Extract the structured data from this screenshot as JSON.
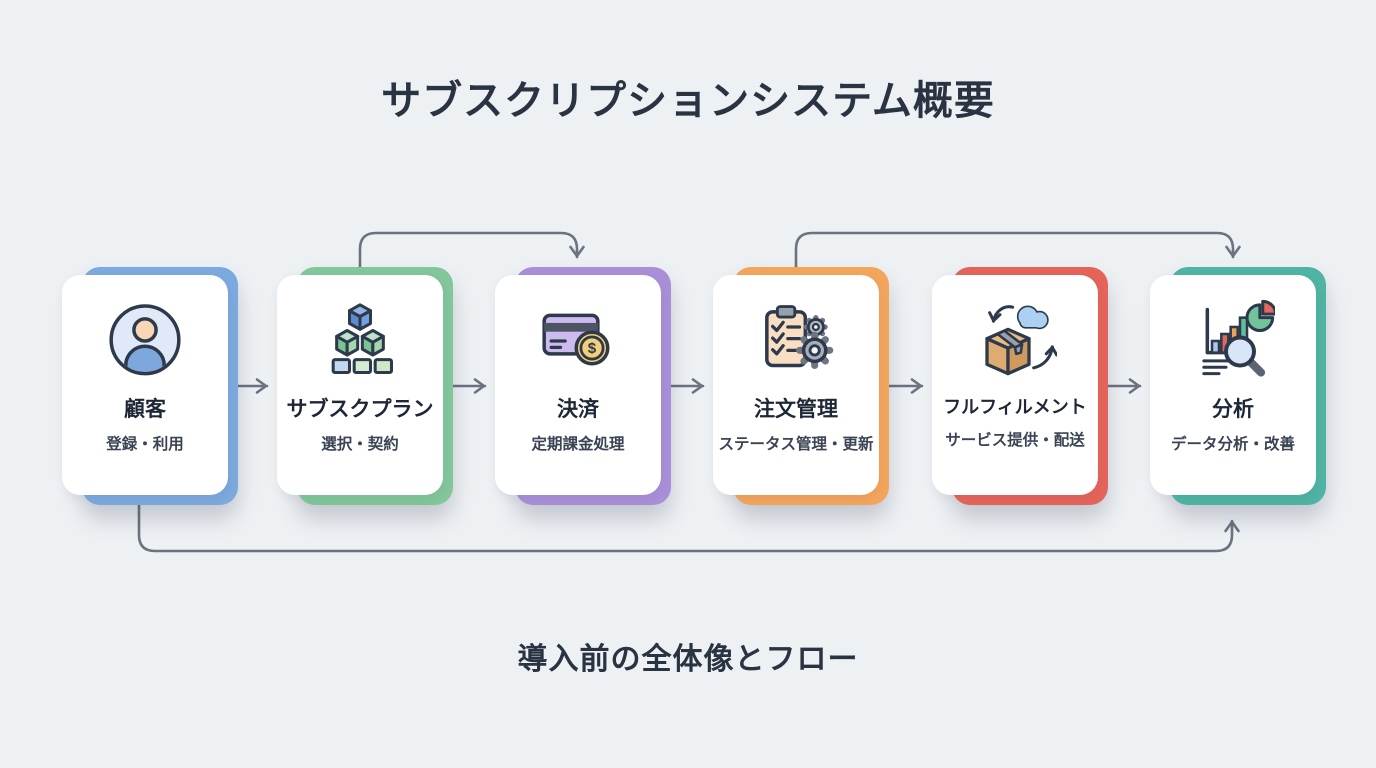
{
  "title": "サブスクリプションシステム概要",
  "caption": "導入前の全体像とフロー",
  "colors": {
    "background": "#eef1f4",
    "arrow": "#6b7280",
    "title_text": "#2a3342",
    "card_background": "#ffffff"
  },
  "steps": [
    {
      "id": "customer",
      "label": "顧客",
      "sublabel": "登録・利用",
      "accent": "#7ca9de",
      "icon": "user-icon"
    },
    {
      "id": "plan",
      "label": "サブスクプラン",
      "sublabel": "選択・契約",
      "accent": "#82c69a",
      "icon": "cubes-icon"
    },
    {
      "id": "payment",
      "label": "決済",
      "sublabel": "定期課金処理",
      "accent": "#a98fd7",
      "icon": "credit-card-coin-icon"
    },
    {
      "id": "order",
      "label": "注文管理",
      "sublabel": "ステータス管理・更新",
      "accent": "#f3a55c",
      "icon": "clipboard-gears-icon"
    },
    {
      "id": "fulfillment",
      "label": "フルフィルメント",
      "sublabel": "サービス提供・配送",
      "accent": "#e5645a",
      "icon": "box-cloud-sync-icon"
    },
    {
      "id": "analysis",
      "label": "分析",
      "sublabel": "データ分析・改善",
      "accent": "#4fb4a3",
      "icon": "analytics-icon"
    }
  ],
  "connections": [
    {
      "from": "customer",
      "to": "plan",
      "route": "straight"
    },
    {
      "from": "plan",
      "to": "payment",
      "route": "straight"
    },
    {
      "from": "payment",
      "to": "order",
      "route": "straight"
    },
    {
      "from": "order",
      "to": "fulfillment",
      "route": "straight"
    },
    {
      "from": "fulfillment",
      "to": "analysis",
      "route": "straight"
    },
    {
      "from": "plan",
      "to": "payment",
      "route": "top-loop"
    },
    {
      "from": "order",
      "to": "analysis",
      "route": "top-loop"
    },
    {
      "from": "customer",
      "to": "analysis",
      "route": "bottom-loop"
    }
  ]
}
